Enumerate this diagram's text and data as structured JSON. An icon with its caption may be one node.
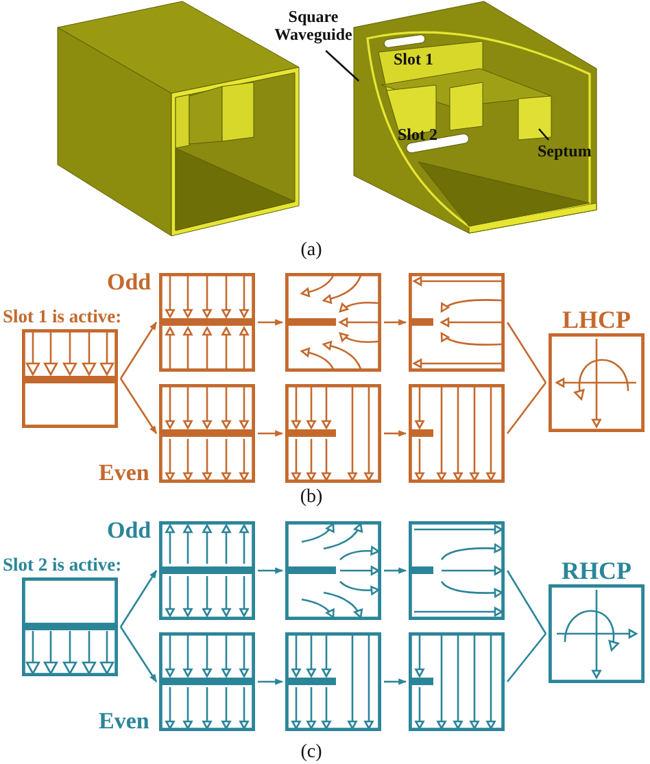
{
  "diagram": {
    "nodes": [
      {
        "text": [
          "Square Waveguide"
        ]
      },
      {
        "text": [
          "Septum"
        ]
      },
      {
        "text": [
          "Slot 1 is active:"
        ]
      },
      {
        "text": [
          "Odd"
        ]
      },
      {
        "text": [],
        "shape": "box"
      },
      {
        "text": [],
        "shape": "box"
      },
      {
        "text": [
          "Even"
        ]
      },
      {
        "text": [],
        "shape": "box"
      },
      {
        "text": [],
        "shape": "box"
      },
      {
        "text": [
          "LHCP"
        ]
      },
      {
        "text": [
          "Slot 2 is active:"
        ]
      },
      {
        "text": [
          "Odd"
        ]
      },
      {
        "text": [],
        "shape": "box"
      },
      {
        "text": [],
        "shape": "box"
      },
      {
        "text": [
          "Even"
        ]
      },
      {
        "text": [],
        "shape": "box"
      },
      {
        "text": [],
        "shape": "box"
      },
      {
        "text": [
          "RHCP"
        ]
      }
    ],
    "edges": [
      {
        "from": 0,
        "to": null,
        "arrow": "none",
        "color": "#111111"
      },
      {
        "from": 1,
        "to": null,
        "arrow": "none",
        "color": "#111111"
      },
      {
        "from": 2,
        "to": 3,
        "arrow": "to",
        "color": "#c4692d"
      },
      {
        "from": 2,
        "to": 6,
        "arrow": "to",
        "color": "#c4692d"
      },
      {
        "from": 3,
        "to": 4,
        "arrow": "to",
        "color": "#c4692d"
      },
      {
        "from": 4,
        "to": 5,
        "arrow": "to",
        "color": "#c4692d"
      },
      {
        "from": 6,
        "to": 7,
        "arrow": "to",
        "color": "#c4692d"
      },
      {
        "from": 7,
        "to": 8,
        "arrow": "to",
        "color": "#c4692d"
      },
      {
        "from": 5,
        "to": 9,
        "arrow": "none",
        "color": "#c4692d"
      },
      {
        "from": 8,
        "to": 9,
        "arrow": "none",
        "color": "#c4692d"
      },
      {
        "from": 10,
        "to": 11,
        "arrow": "to",
        "color": "#2b8599"
      },
      {
        "from": 10,
        "to": 14,
        "arrow": "to",
        "color": "#2b8599"
      },
      {
        "from": 11,
        "to": 12,
        "arrow": "to",
        "color": "#2b8599"
      },
      {
        "from": 12,
        "to": 13,
        "arrow": "to",
        "color": "#2b8599"
      },
      {
        "from": 14,
        "to": 15,
        "arrow": "to",
        "color": "#2b8599"
      },
      {
        "from": 15,
        "to": 16,
        "arrow": "to",
        "color": "#2b8599"
      },
      {
        "from": 13,
        "to": 17,
        "arrow": "none",
        "color": "#2b8599"
      },
      {
        "from": 16,
        "to": 17,
        "arrow": "none",
        "color": "#2b8599"
      }
    ],
    "labels": [
      "Slot 1",
      "Slot 2",
      "(a)",
      "(b)",
      "(c)"
    ]
  }
}
